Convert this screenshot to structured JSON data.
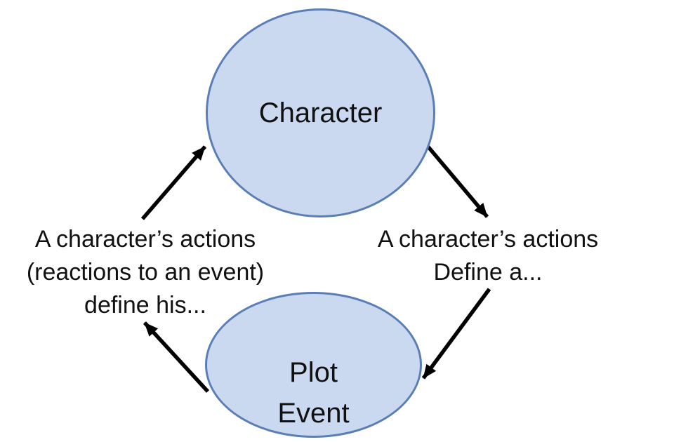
{
  "diagram": {
    "nodes": {
      "character": {
        "label": "Character"
      },
      "plot_event": {
        "label_line1": "Plot",
        "label_line2": "Event"
      }
    },
    "edges": {
      "plot_to_character": {
        "line1": "A character’s actions",
        "line2": "(reactions to an event)",
        "line3": "define his..."
      },
      "character_to_plot": {
        "line1": "A character’s actions",
        "line2": "Define a..."
      }
    }
  },
  "colors": {
    "background": "#FFFFFF",
    "node-fill": "#CBD9F0",
    "node-border": "#5B7FB5",
    "arrow": "#000000",
    "text-color": "#111111"
  }
}
